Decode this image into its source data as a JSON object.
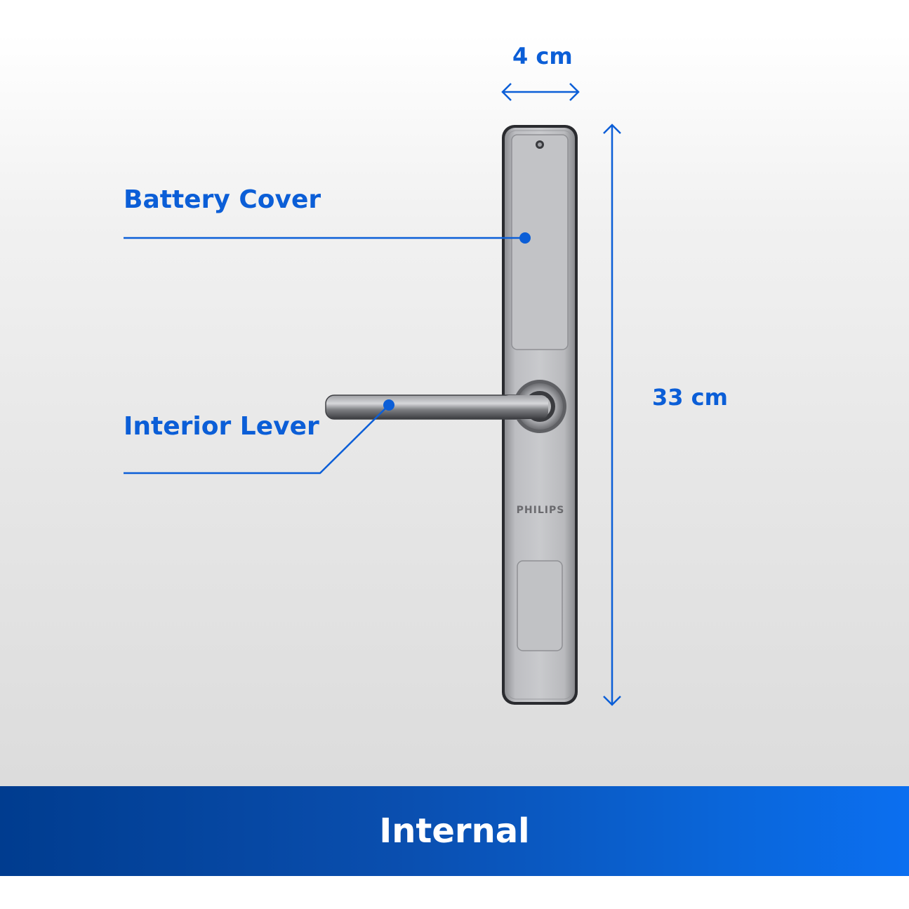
{
  "labels": {
    "battery_cover": "Battery Cover",
    "interior_lever": "Interior Lever"
  },
  "dimensions": {
    "width": "4 cm",
    "height": "33 cm"
  },
  "product": {
    "brand": "PHILIPS"
  },
  "footer": {
    "title": "Internal"
  },
  "colors": {
    "accent": "#0b5ed7",
    "footer_start": "#003c8f",
    "footer_end": "#0b6ff0",
    "footer_text": "#ffffff"
  }
}
